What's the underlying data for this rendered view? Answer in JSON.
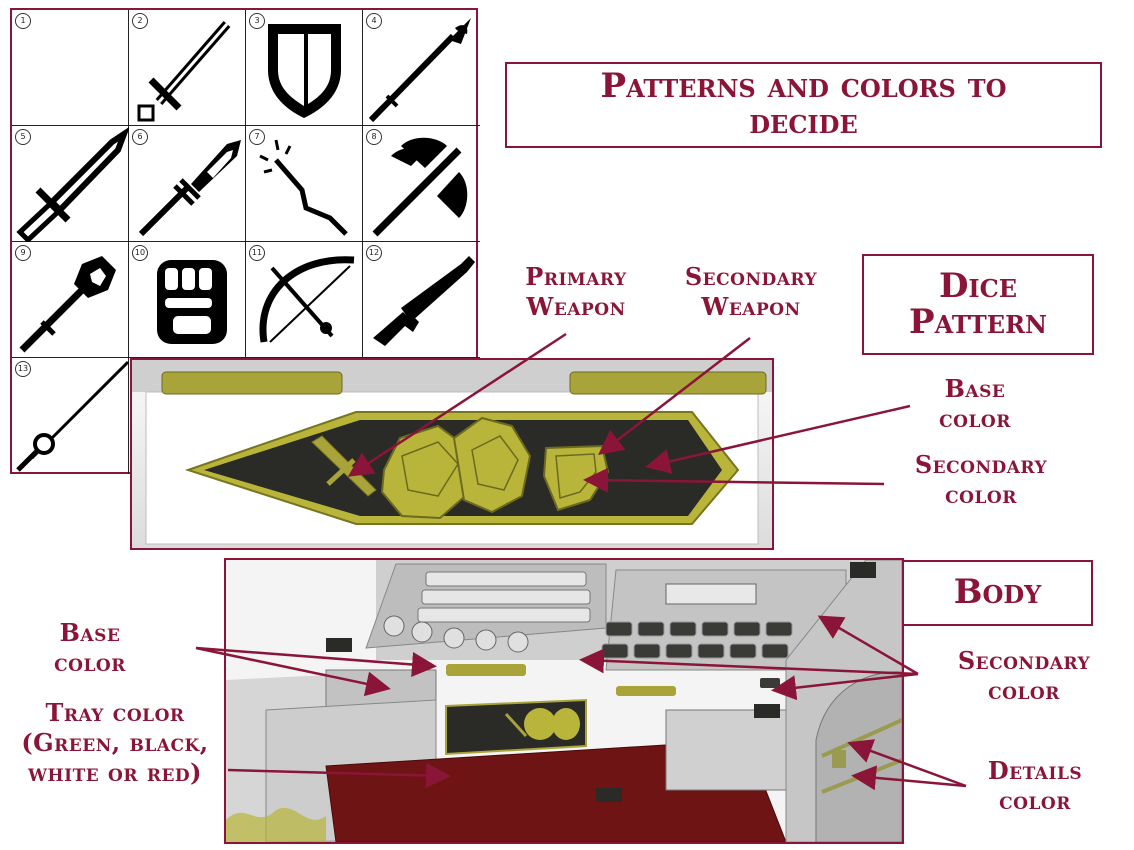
{
  "weapon_grid": {
    "cells": [
      "1",
      "2",
      "3",
      "4",
      "5",
      "6",
      "7",
      "8",
      "9",
      "10",
      "11",
      "12",
      "13"
    ]
  },
  "title": {
    "line1": "Patterns and colors to",
    "line2": "decide"
  },
  "dice_pattern_title": {
    "line1": "Dice",
    "line2": "Pattern"
  },
  "body_title": "Body",
  "labels": {
    "primary_weapon": {
      "line1": "Primary",
      "line2": "Weapon"
    },
    "secondary_weapon": {
      "line1": "Secondary",
      "line2": "Weapon"
    },
    "dice_base_color": {
      "line1": "Base",
      "line2": "color"
    },
    "dice_secondary_color": {
      "line1": "Secondary",
      "line2": "color"
    },
    "body_base_color": {
      "line1": "Base",
      "line2": "color"
    },
    "tray_color": {
      "line1": "Tray color",
      "line2": "(Green, black,",
      "line3": "white or red)"
    },
    "body_secondary_color": {
      "line1": "Secondary",
      "line2": "color"
    },
    "details_color": {
      "line1": "Details",
      "line2": "color"
    }
  },
  "colors": {
    "accent": "#8b1538",
    "dice_yellow": "#b9b53a",
    "dice_dark": "#2a2a26",
    "tray_red": "#6e1414",
    "body_gray": "#d8d8d8"
  }
}
